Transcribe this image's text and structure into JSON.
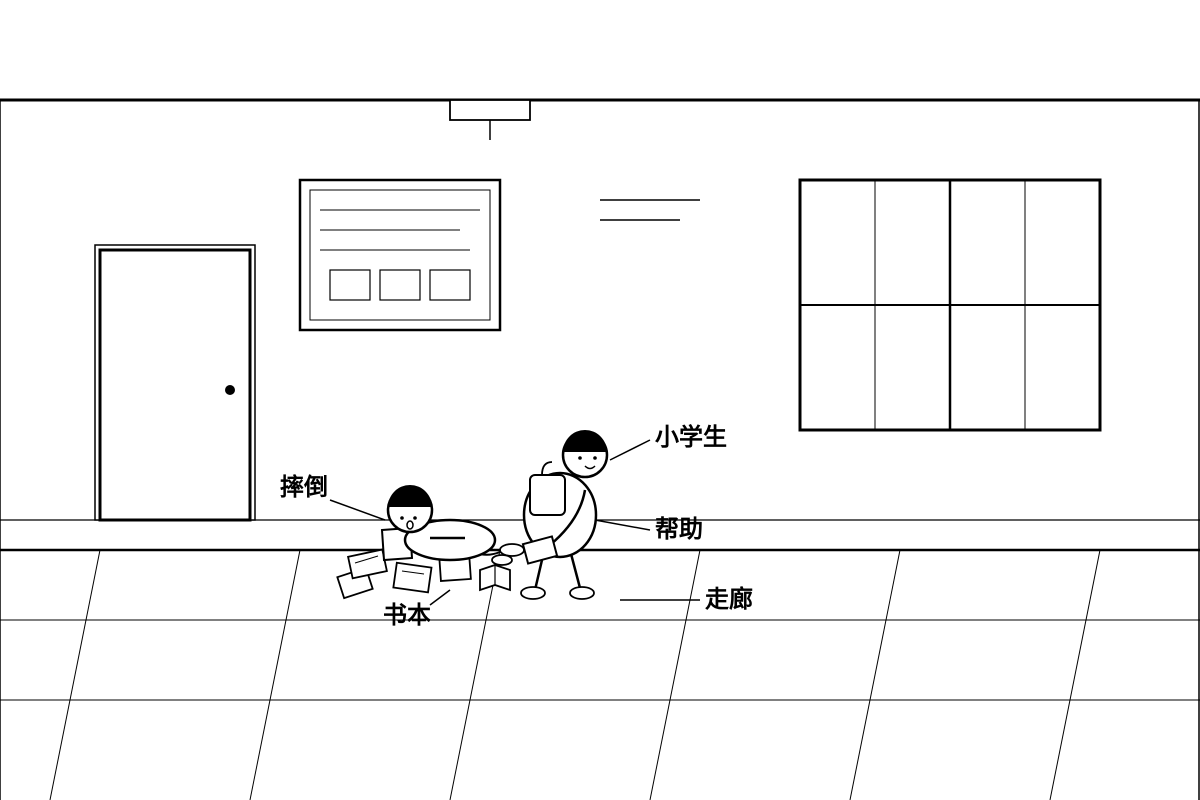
{
  "labels": {
    "student": "小学生",
    "fell": "摔倒",
    "help": "帮助",
    "corridor": "走廊",
    "books": "书本"
  },
  "colors": {
    "ink": "#000000",
    "background": "#ffffff"
  }
}
